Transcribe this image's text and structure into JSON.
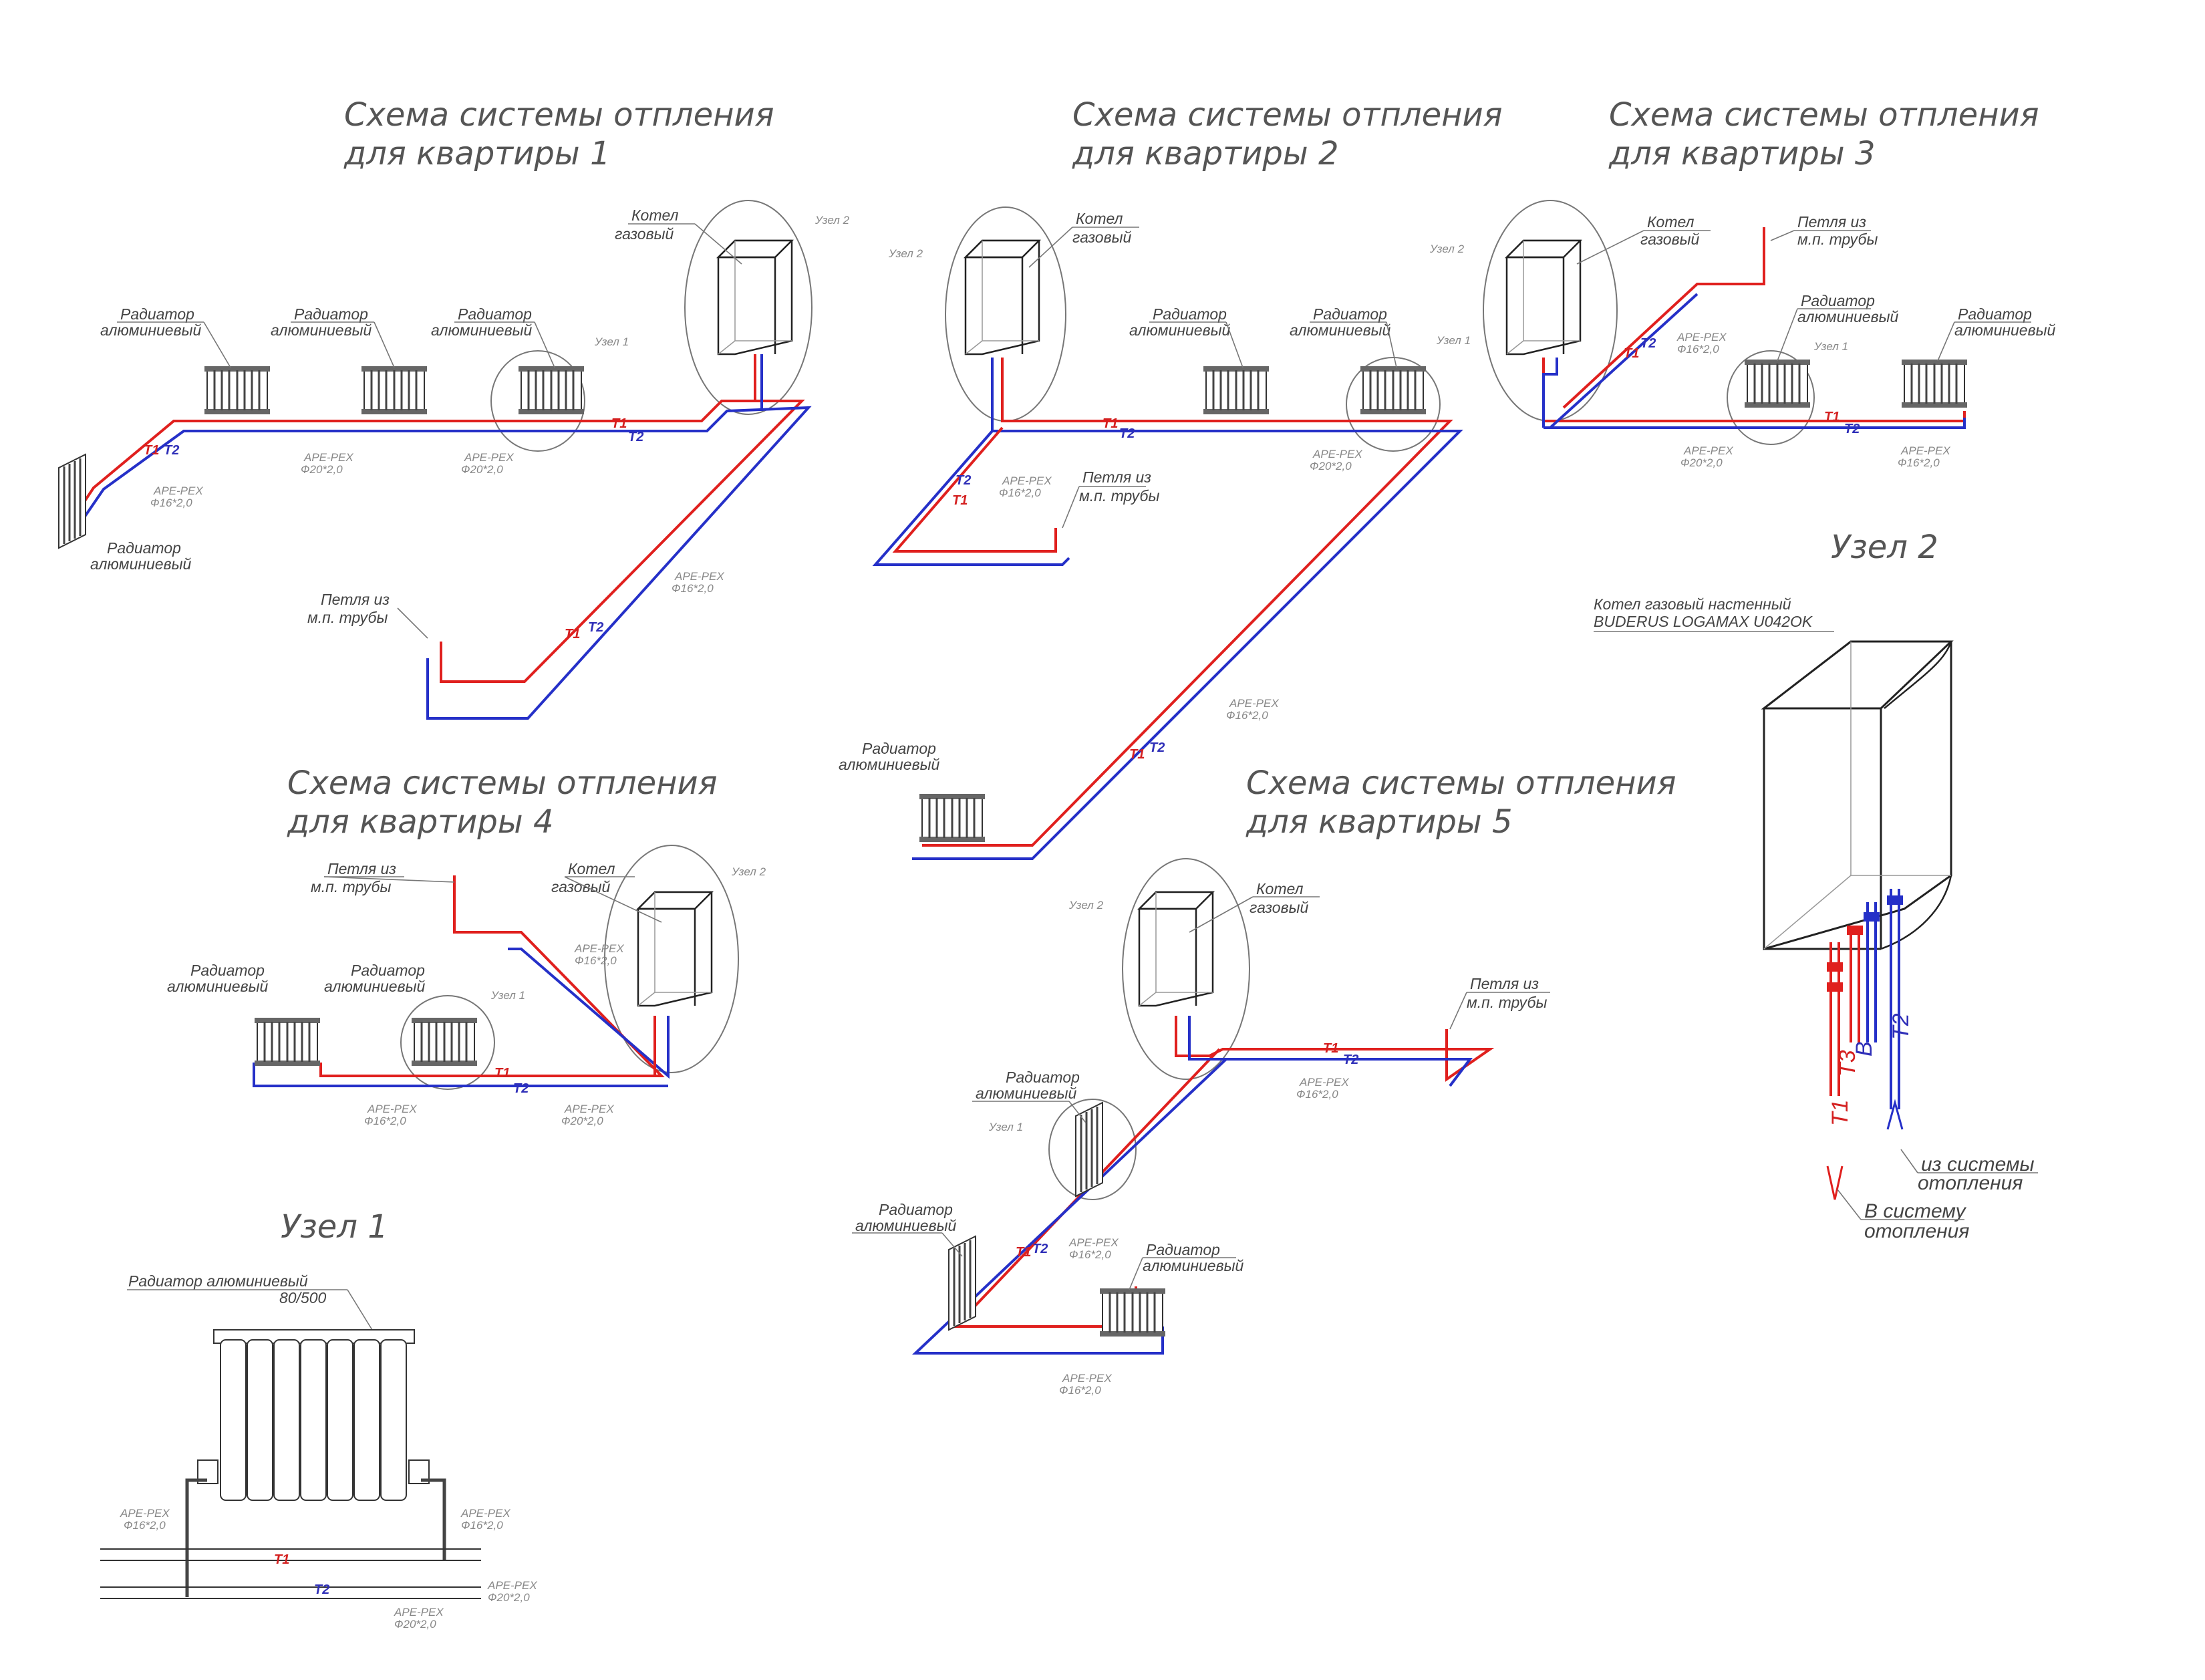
{
  "titles": {
    "s1_l1": "Схема системы отпления",
    "s1_l2": "для квартиры 1",
    "s2_l1": "Схема системы отпления",
    "s2_l2": "для квартиры 2",
    "s3_l1": "Схема системы отпления",
    "s3_l2": "для квартиры 3",
    "s4_l1": "Схема системы отпления",
    "s4_l2": "для квартиры 4",
    "s5_l1": "Схема системы отпления",
    "s5_l2": "для квартиры 5",
    "uzel1": "Узел 1",
    "uzel2": "Узел 2"
  },
  "labels": {
    "radiator_l1": "Радиатор",
    "radiator_l2": "алюминиевый",
    "boiler_l1": "Котел",
    "boiler_l2": "газовый",
    "loop_l1": "Петля из",
    "loop_l2": "м.п. трубы",
    "node1": "Узел 1",
    "node2": "Узел 2",
    "pipe_t1": "T1",
    "pipe_t2": "T2",
    "pipe_t3": "T3",
    "pipe_b": "B",
    "ape": "APE-PEX",
    "d16": "Ф16*2,0",
    "d20": "Ф20*2,0"
  },
  "uzel1": {
    "radiator_title": "Радиатор алюминиевый",
    "radiator_size": "80/500"
  },
  "uzel2": {
    "boiler_l1": "Котел газовый настенный",
    "boiler_l2": "BUDERUS LOGAMAX U042OK",
    "from_l1": "из системы",
    "from_l2": "отопления",
    "to_l1": "В систему",
    "to_l2": "отопления"
  },
  "colors": {
    "supply": "#e0201e",
    "return": "#2530c8"
  }
}
